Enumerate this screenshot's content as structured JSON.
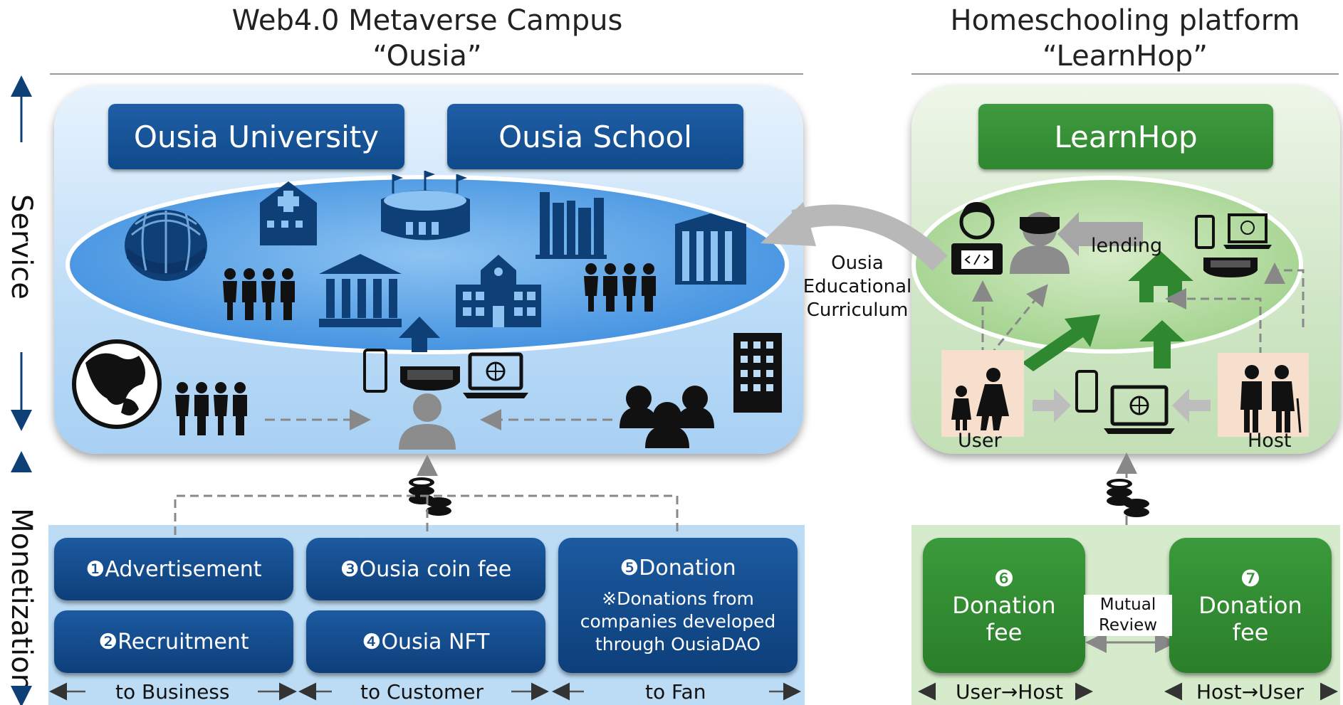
{
  "ousia": {
    "title_line1": "Web4.0 Metaverse Campus",
    "title_line2": "“Ousia”",
    "university": "Ousia University",
    "school": "Ousia School"
  },
  "learnhop": {
    "title_line1": "Homeschooling platform",
    "title_line2": "“LearnHop”",
    "name": "LearnHop",
    "lending": "lending",
    "user": "User",
    "host": "Host"
  },
  "curriculum": [
    "Ousia",
    "Educational",
    "Curriculum"
  ],
  "axis": {
    "service": "Service",
    "monetization": "Monetization"
  },
  "monetization": {
    "advertisement": "❶Advertisement",
    "recruitment": "❷Recruitment",
    "coin_fee": "❸Ousia  coin fee",
    "nft": "❹Ousia  NFT",
    "donation_title": "❺Donation",
    "donation_note": [
      "※Donations from",
      "companies developed",
      "through OusiaDAO"
    ],
    "to_business": "to Business",
    "to_customer": "to Customer",
    "to_fan": "to Fan"
  },
  "learnhop_money": {
    "num6": "❻",
    "num7": "❼",
    "donation": "Donation",
    "fee": "fee",
    "mutual": "Mutual",
    "review": "Review",
    "user_host": "User→Host",
    "host_user": "Host→User"
  },
  "colors": {
    "navy": "#0f4a8a",
    "green": "#2f872f",
    "light_blue": "#bcdcf5",
    "light_green": "#d5ebcb"
  }
}
